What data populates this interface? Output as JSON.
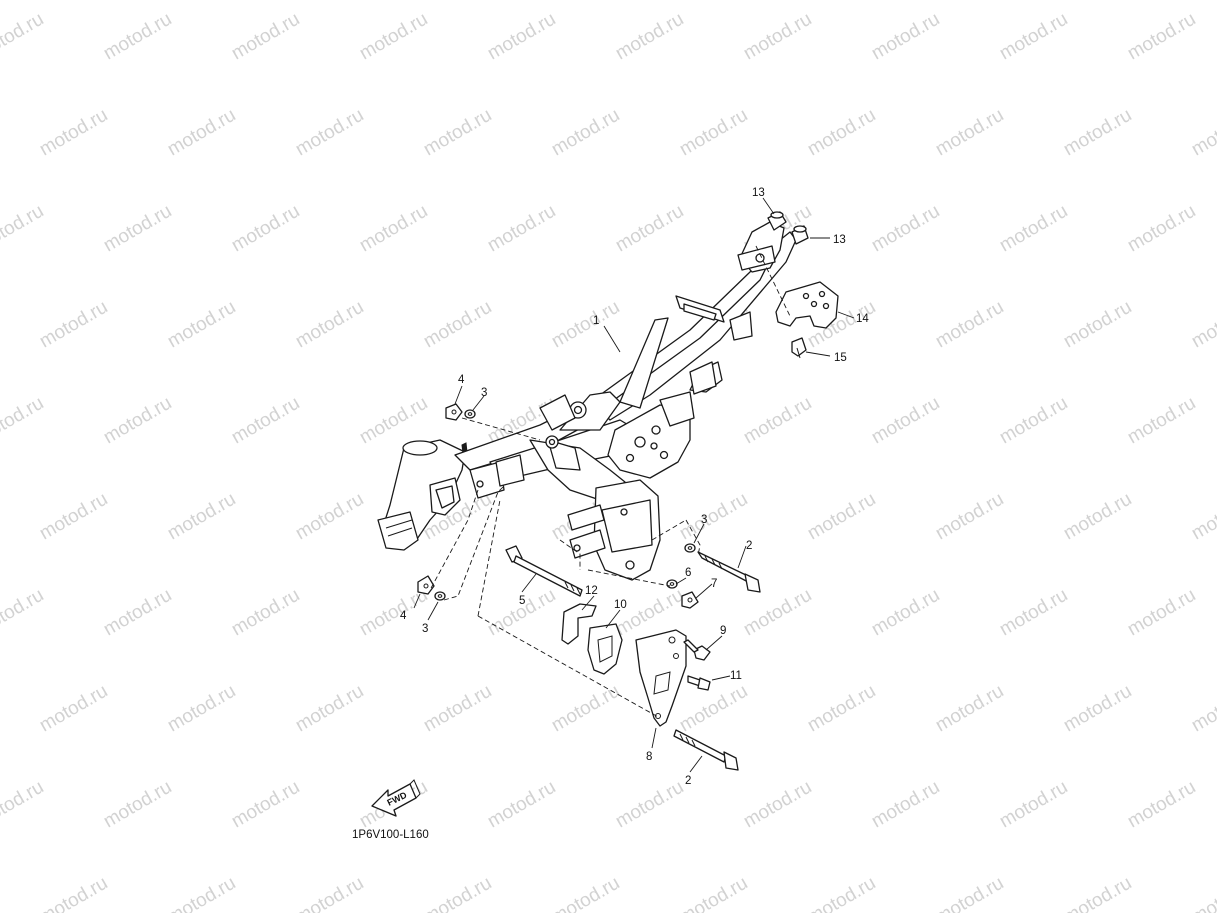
{
  "diagram": {
    "drawing_code": "1P6V100-L160",
    "direction_arrow_label": "FWD",
    "watermark_text": "motod.ru",
    "callouts": [
      {
        "id": "c1",
        "label": "1",
        "part": "frame"
      },
      {
        "id": "c2a",
        "label": "2",
        "part": "engine-mount-bolt-upper"
      },
      {
        "id": "c2b",
        "label": "2",
        "part": "engine-mount-bolt-lower"
      },
      {
        "id": "c3a",
        "label": "3",
        "part": "washer-upper-left"
      },
      {
        "id": "c3b",
        "label": "3",
        "part": "washer-right"
      },
      {
        "id": "c3c",
        "label": "3",
        "part": "washer-lower-left"
      },
      {
        "id": "c4a",
        "label": "4",
        "part": "nut-upper-left"
      },
      {
        "id": "c4b",
        "label": "4",
        "part": "nut-lower-left"
      },
      {
        "id": "c5",
        "label": "5",
        "part": "long-through-bolt"
      },
      {
        "id": "c6",
        "label": "6",
        "part": "washer"
      },
      {
        "id": "c7",
        "label": "7",
        "part": "nut"
      },
      {
        "id": "c8",
        "label": "8",
        "part": "engine-bracket-plate"
      },
      {
        "id": "c9",
        "label": "9",
        "part": "bolt"
      },
      {
        "id": "c10",
        "label": "10",
        "part": "cover-bracket"
      },
      {
        "id": "c11",
        "label": "11",
        "part": "bolt"
      },
      {
        "id": "c12",
        "label": "12",
        "part": "stay"
      },
      {
        "id": "c13a",
        "label": "13",
        "part": "cap-left"
      },
      {
        "id": "c13b",
        "label": "13",
        "part": "cap-right"
      },
      {
        "id": "c14",
        "label": "14",
        "part": "rear-bracket"
      },
      {
        "id": "c15",
        "label": "15",
        "part": "bolt"
      }
    ]
  }
}
